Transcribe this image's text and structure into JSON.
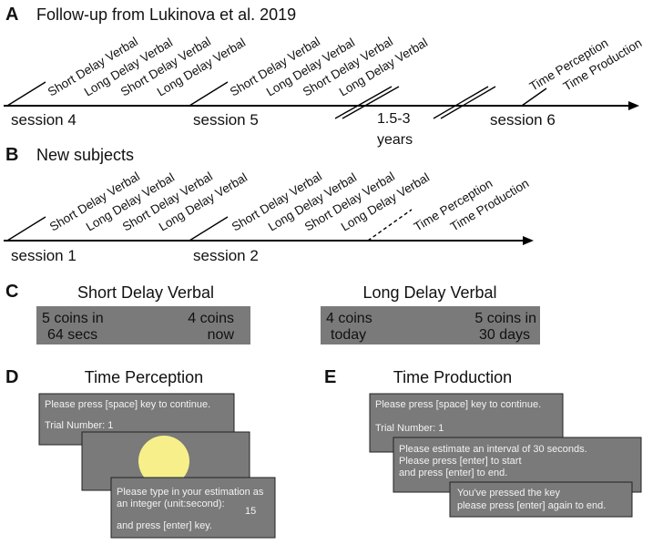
{
  "panel_a": {
    "letter": "A",
    "heading": "Follow-up from Lukinova et al. 2019",
    "session_4": {
      "label": "session 4",
      "tasks": [
        "Short Delay Verbal",
        "Long Delay Verbal",
        "Short Delay Verbal",
        "Long Delay Verbal"
      ]
    },
    "session_5": {
      "label": "session 5",
      "tasks": [
        "Short Delay Verbal",
        "Long Delay Verbal",
        "Short Delay Verbal",
        "Long Delay Verbal"
      ]
    },
    "gap": {
      "line1": "1.5-3",
      "line2": "years"
    },
    "session_6": {
      "label": "session 6",
      "tasks": [
        "Time Perception",
        "Time Production"
      ]
    }
  },
  "panel_b": {
    "letter": "B",
    "heading": "New subjects",
    "session_1": {
      "label": "session 1",
      "tasks": [
        "Short Delay Verbal",
        "Long Delay Verbal",
        "Short Delay Verbal",
        "Long Delay Verbal"
      ]
    },
    "session_2": {
      "label": "session 2",
      "tasks": [
        "Short Delay Verbal",
        "Long Delay Verbal",
        "Short Delay Verbal",
        "Long Delay Verbal"
      ]
    },
    "extra_tasks": [
      "Time Perception",
      "Time Production"
    ]
  },
  "panel_c": {
    "letter": "C",
    "short": {
      "title": "Short Delay Verbal",
      "left_line1": "5 coins in",
      "left_line2": "64 secs",
      "right_line1": "4 coins",
      "right_line2": "now"
    },
    "long": {
      "title": "Long Delay Verbal",
      "left_line1": "4 coins",
      "left_line2": "today",
      "right_line1": "5 coins in",
      "right_line2": "30 days"
    }
  },
  "panel_d": {
    "letter": "D",
    "title": "Time Perception",
    "screen1": {
      "line1": "Please press [space] key to continue.",
      "line2": "Trial Number: 1"
    },
    "screen3": {
      "line1": "Please type in your estimation as",
      "line2": "an integer (unit:second):",
      "value": "15",
      "line3": "and press [enter] key."
    },
    "stimulus_color": "#f7f08a"
  },
  "panel_e": {
    "letter": "E",
    "title": "Time Production",
    "screen1": {
      "line1": "Please press [space] key to continue.",
      "line2": "Trial Number: 1"
    },
    "screen2": {
      "line1": "Please estimate an interval of 30 seconds.",
      "line2": "Please press [enter] to start",
      "line3": "and press [enter] to end."
    },
    "screen3": {
      "line1": "You've pressed the key",
      "line2": "please press [enter] again to end."
    }
  },
  "colors": {
    "screen_gray": "#7a7a7a",
    "stimulus_yellow": "#f7f08a"
  }
}
